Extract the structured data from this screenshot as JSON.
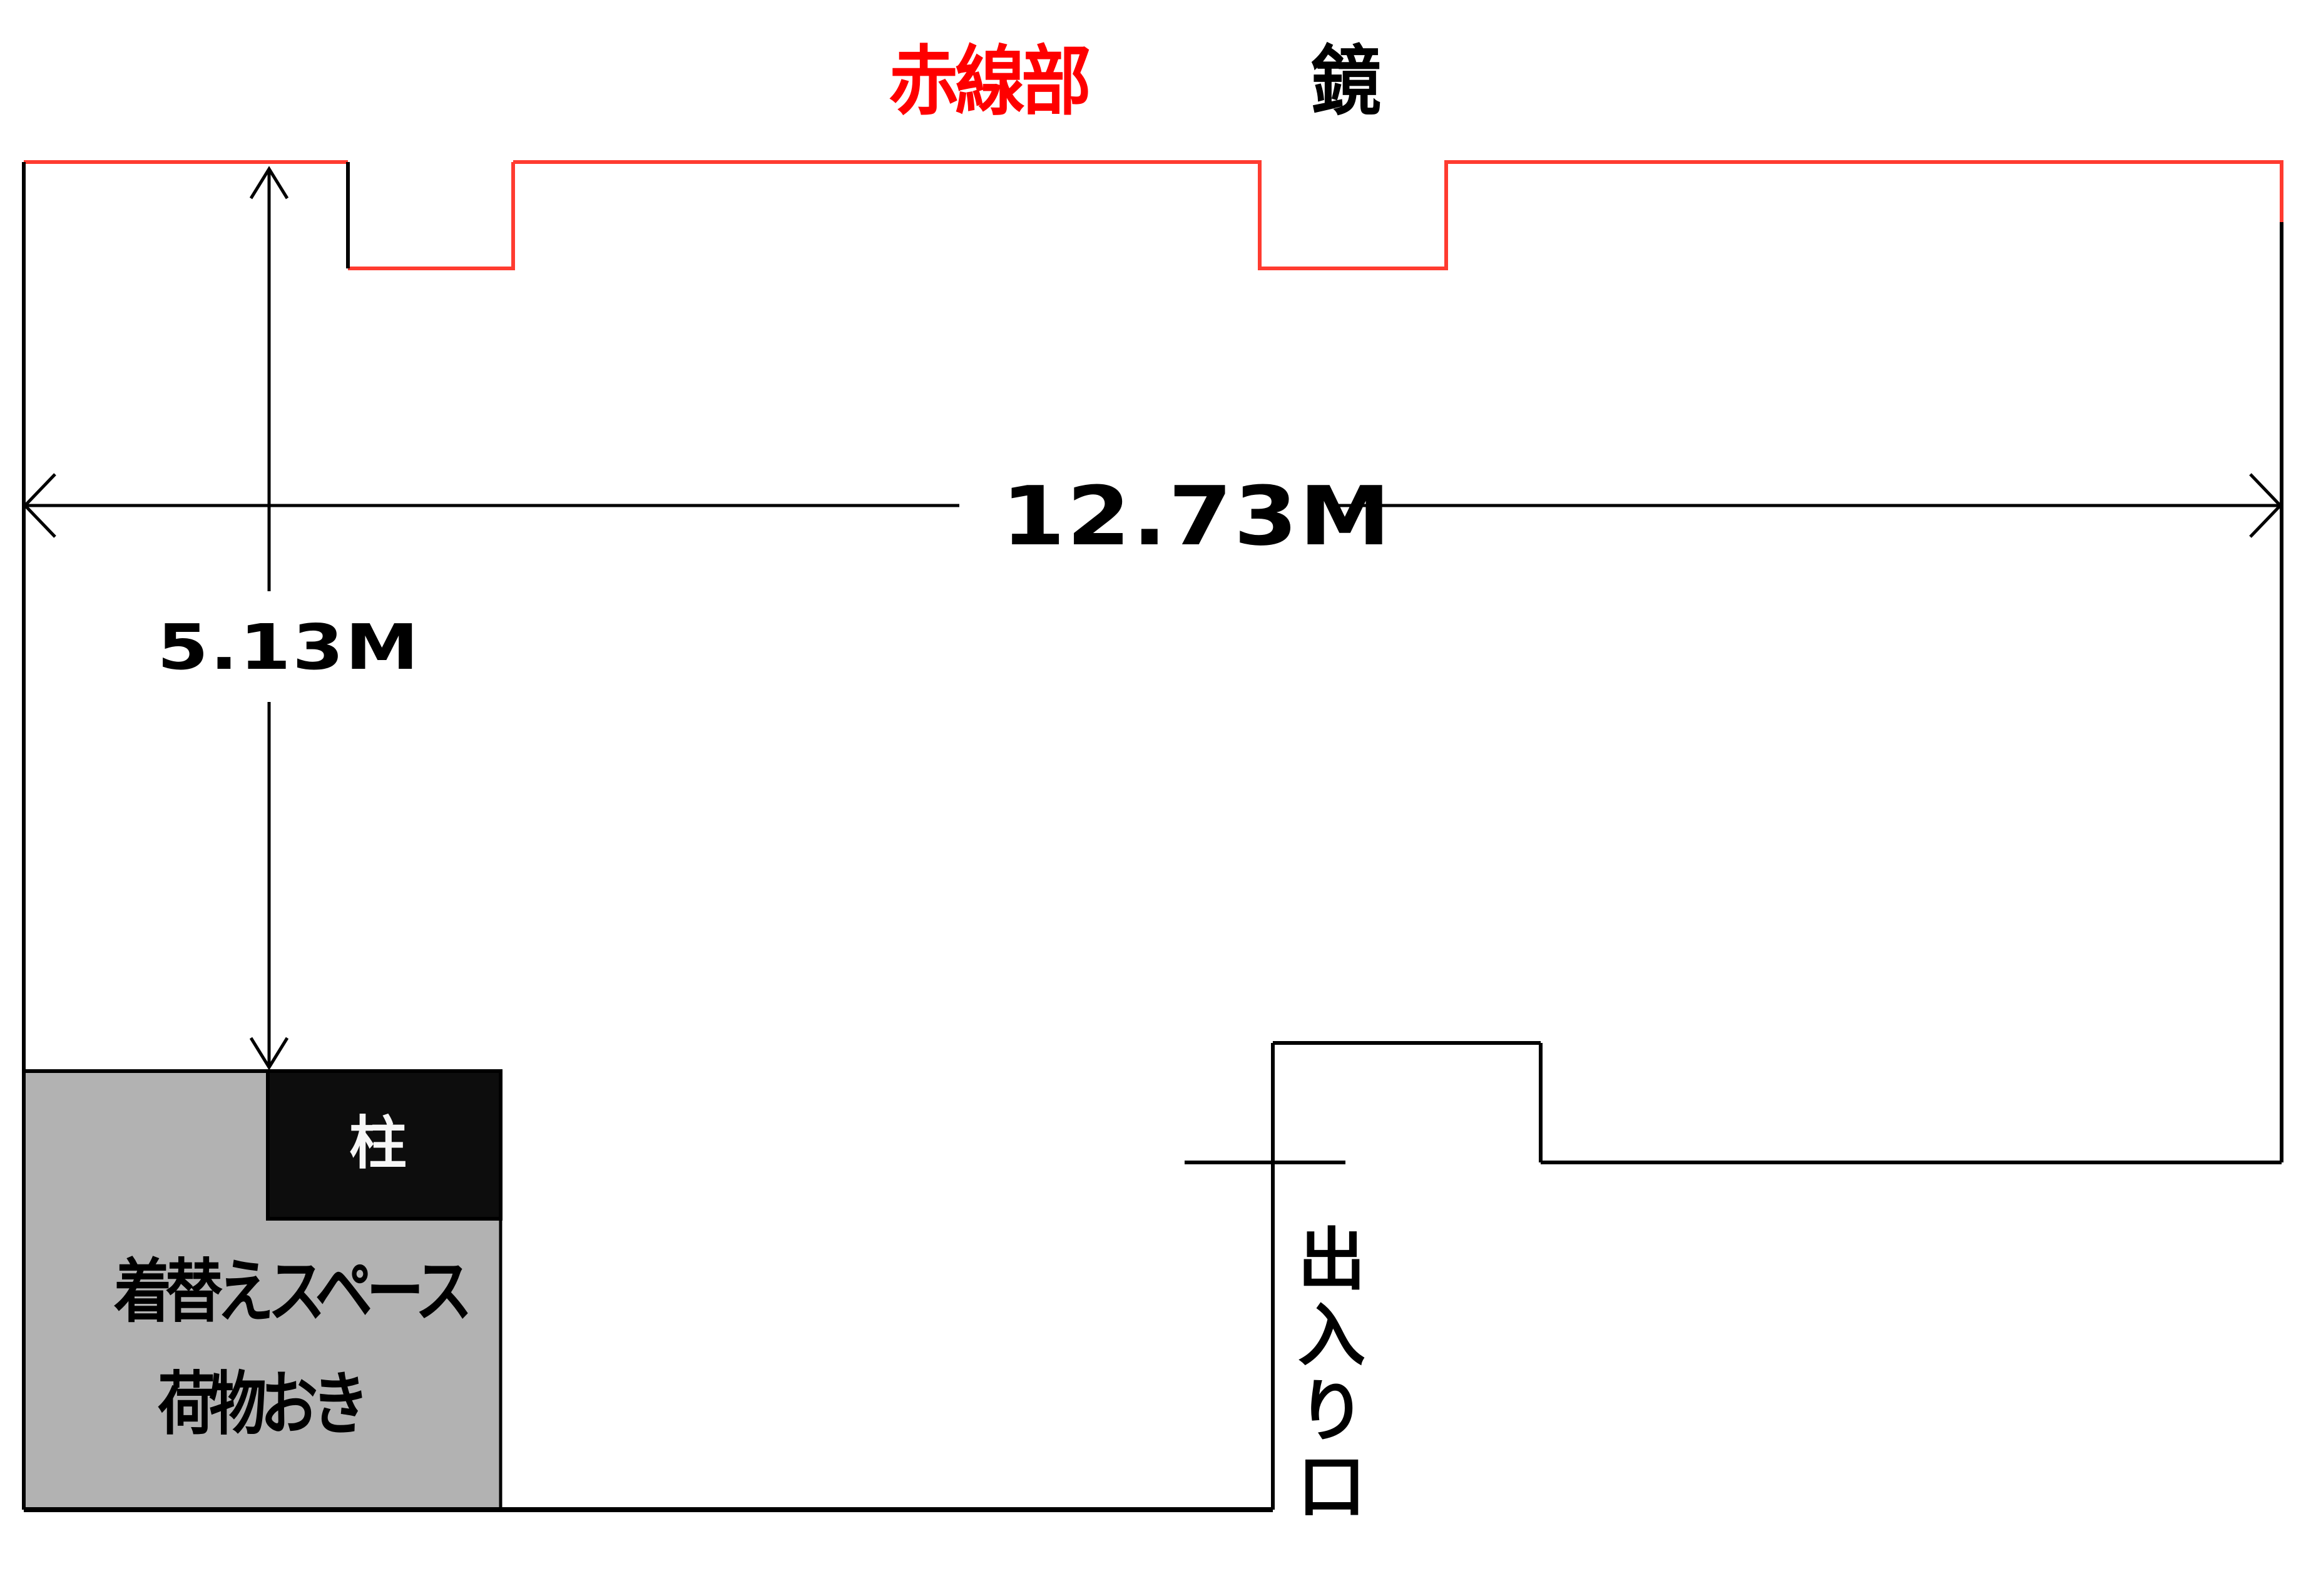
{
  "legend": {
    "red_line_label": "赤線部",
    "red_line_meaning": "鏡",
    "red_color": "#ff0000",
    "wall_color": "#000000"
  },
  "dimensions": {
    "width_label": "12.73M",
    "height_label": "5.13M"
  },
  "areas": {
    "pillar_label": "柱",
    "pillar_color": "#0d0d0d",
    "changing_space_label": "着替えスペース",
    "luggage_label": "荷物おき",
    "area_color": "#b2b2b2"
  },
  "entrance": {
    "label_chars": [
      "出",
      "入",
      "り",
      "口"
    ]
  }
}
